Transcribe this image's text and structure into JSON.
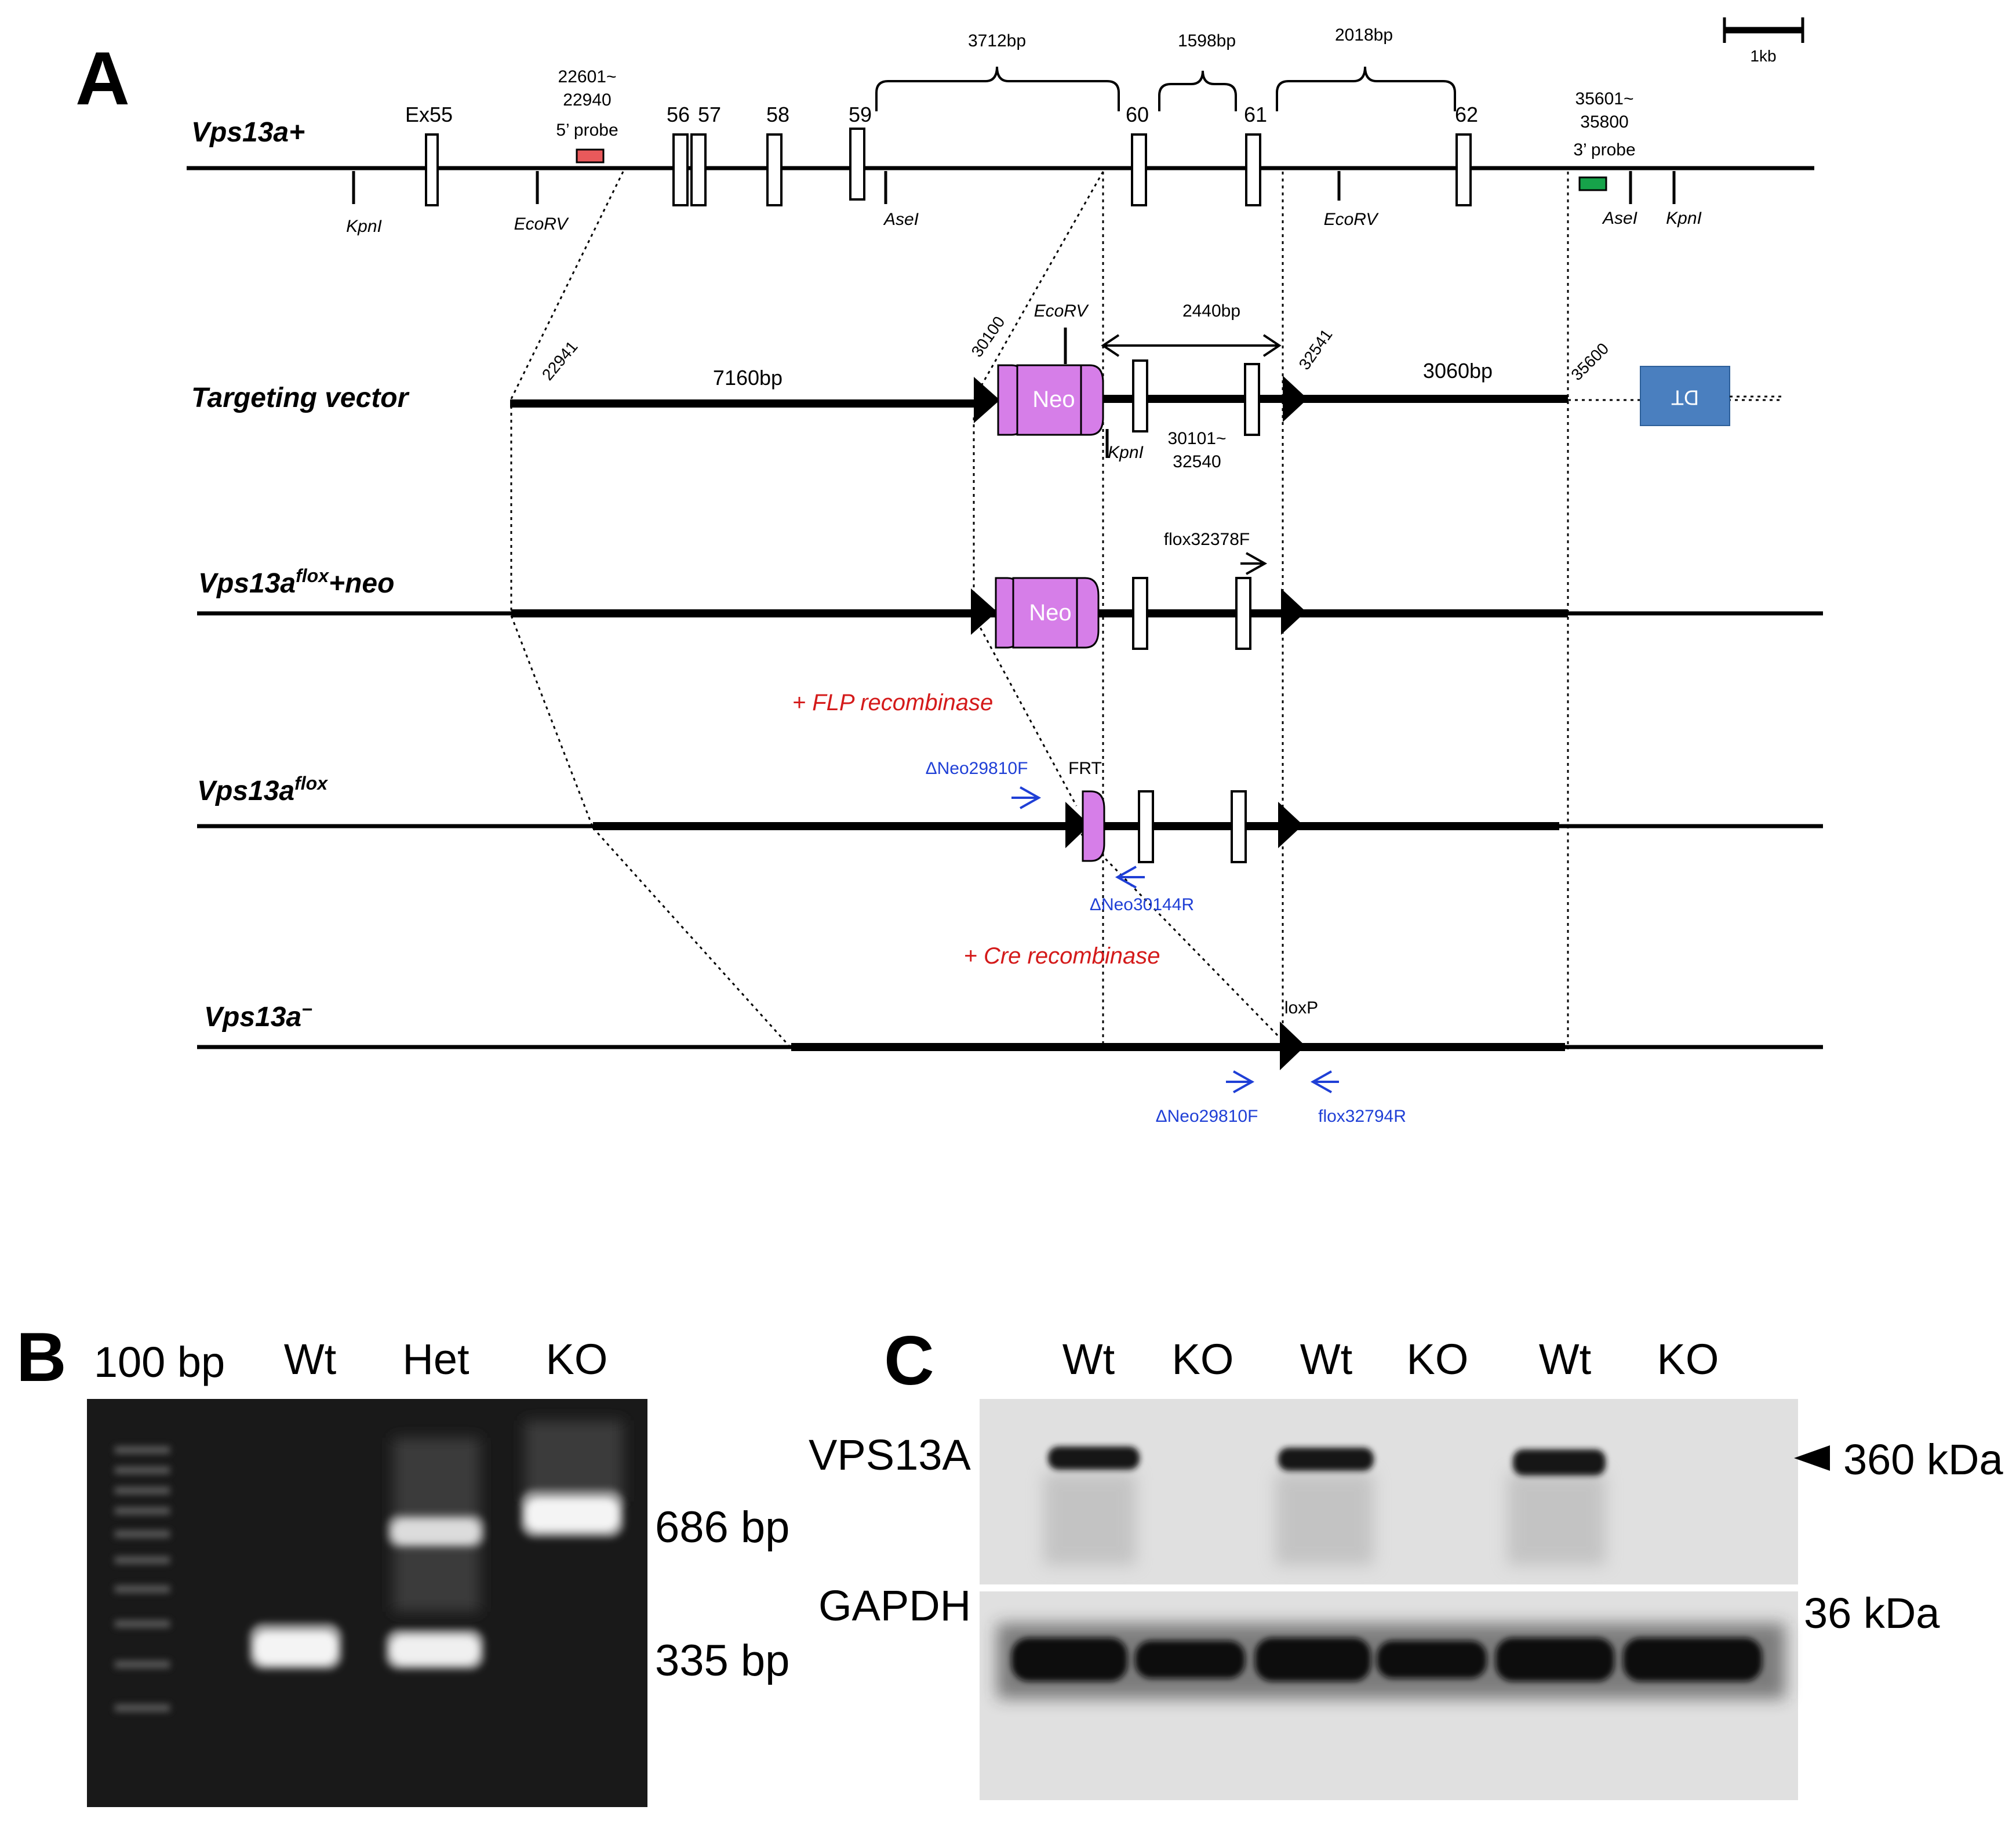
{
  "panels": {
    "a": "A",
    "b": "B",
    "c": "C"
  },
  "scale_bar": "1kb",
  "rows": {
    "wt": "Vps13a+",
    "tv": "Targeting vector",
    "fn_main": "Vps13a",
    "fn_sup": "flox",
    "fn_tail": "+neo",
    "fl_main": "Vps13a",
    "fl_sup": "flox",
    "ko_main": "Vps13a",
    "ko_sup": "−"
  },
  "exons": {
    "ex55": "Ex55",
    "e56": "56",
    "e57": "57",
    "e58": "58",
    "e59": "59",
    "e60": "60",
    "e61": "61",
    "e62": "62"
  },
  "probes": {
    "p5_range1": "22601~",
    "p5_range2": "22940",
    "p5_label": "5’ probe",
    "p3_range1": "35601~",
    "p3_range2": "35800",
    "p3_label": "3’ probe",
    "p5_color": "#e8595b",
    "p3_color": "#16a34a"
  },
  "sites": {
    "kpn": "KpnI",
    "ecorv": "EcoRV",
    "ase": "AseI"
  },
  "sizes": {
    "s3712": "3712bp",
    "s1598": "1598bp",
    "s2018": "2018bp",
    "s7160": "7160bp",
    "s2440": "2440bp",
    "s3060": "3060bp"
  },
  "coords": {
    "c22941": "22941",
    "c30100": "30100",
    "c32541": "32541",
    "c35600": "35600",
    "c30101": "30101~",
    "c32540": "32540"
  },
  "cassette": {
    "neo": "Neo",
    "dt": "DT",
    "neo_color": "#d67ee8",
    "dt_color": "#4a7fbf",
    "frt": "FRT",
    "loxp": "loxP"
  },
  "recombinase": {
    "flp": "+ FLP recombinase",
    "cre": "+ Cre recombinase",
    "color": "#d41a1a"
  },
  "primers": {
    "flox32378F": "flox32378F",
    "neo29810F_a": "ΔNeo29810F",
    "neo30144R": "ΔNeo30144R",
    "neo29810F_b": "ΔNeo29810F",
    "flox32794R": "flox32794R",
    "color": "#1f3fd6"
  },
  "gel": {
    "ladder": "100 bp",
    "lanes": [
      "Wt",
      "Het",
      "KO"
    ],
    "bands": [
      "686 bp",
      "335 bp"
    ]
  },
  "western": {
    "lanes": [
      "Wt",
      "KO",
      "Wt",
      "KO",
      "Wt",
      "KO"
    ],
    "rows": [
      "VPS13A",
      "GAPDH"
    ],
    "sizes": [
      "360 kDa",
      "36 kDa"
    ]
  }
}
